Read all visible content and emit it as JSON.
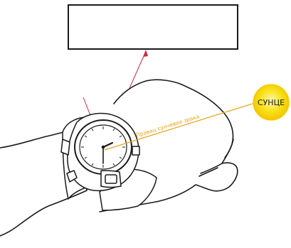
{
  "diagram": {
    "sun_label": "СУНЦЕ",
    "ray_label": "Правац сунчевих зрака",
    "answer_box_text": ""
  },
  "colors": {
    "sun_fill": "#f7d812",
    "sun_glow": "#fff3a0",
    "ray_color": "#e8a317",
    "pointer_color": "#d7263d",
    "ink": "#1a1a1a"
  },
  "icons": {
    "hand": "hand-outline",
    "watch": "wristwatch",
    "sun": "sun-disc"
  }
}
